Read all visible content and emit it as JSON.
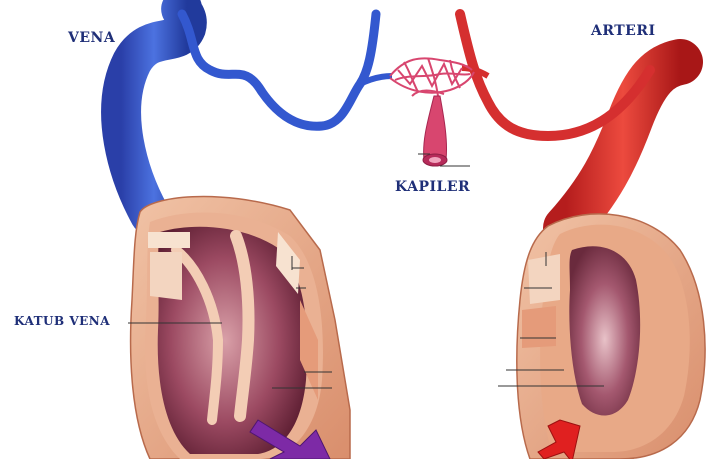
{
  "labels": {
    "vena": "VENA",
    "arteri": "ARTERI",
    "kapiler": "KAPILER",
    "katub_vena": "KATUB VENA"
  },
  "colors": {
    "vein": "#2e50c4",
    "artery": "#d42a2a",
    "label": "#1f2f78",
    "capillary": "#d8466f",
    "tissue_outer": "#e4a283",
    "lumen": "#8a3a55"
  }
}
